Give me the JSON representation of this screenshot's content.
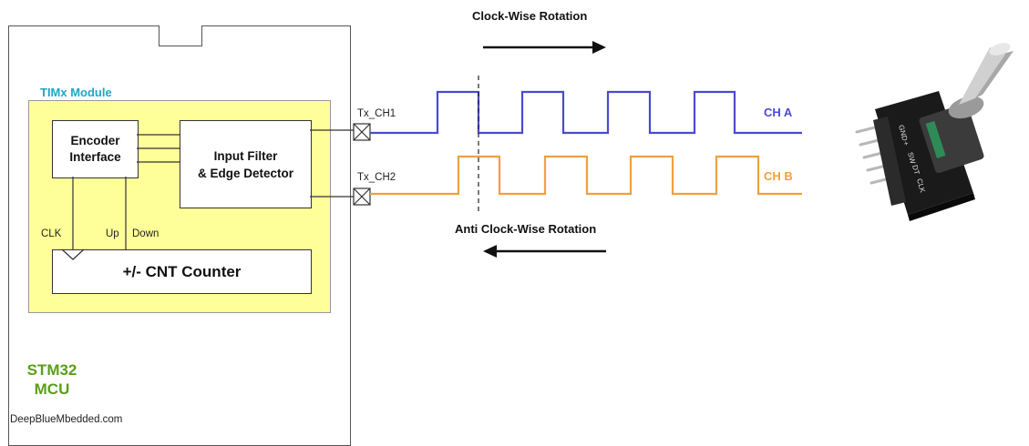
{
  "rotation": {
    "cw_label": "Clock-Wise Rotation",
    "ccw_label": "Anti Clock-Wise Rotation"
  },
  "timx": {
    "module_label": "TIMx Module",
    "encoder_line1": "Encoder",
    "encoder_line2": "Interface",
    "filter_line1": "Input Filter",
    "filter_line2": "& Edge Detector",
    "counter_label": "+/-  CNT  Counter",
    "clk_label": "CLK",
    "up_label": "Up",
    "down_label": "Down"
  },
  "pins": {
    "ch1_label": "Tx_CH1",
    "ch2_label": "Tx_CH2"
  },
  "signals": {
    "cha_label": "CH A",
    "chb_label": "CH B",
    "cha_color": "#4a4ad0",
    "chb_color": "#f0a040"
  },
  "mcu": {
    "line1": "STM32",
    "line2": "MCU"
  },
  "credit": "DeepBlueMbedded.com",
  "encoder_pins": [
    "GND",
    "+",
    "SW",
    "DT",
    "CLK"
  ]
}
